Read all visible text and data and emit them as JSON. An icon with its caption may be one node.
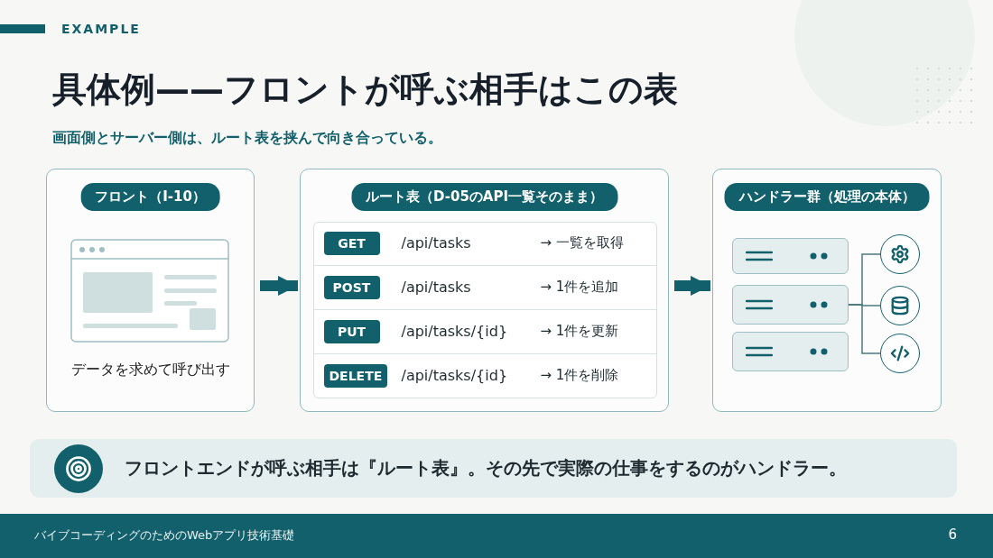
{
  "diagram": {
    "title": "具体例——フロントが呼ぶ相手はこの表",
    "nodes": [
      {
        "text": [
          "フロント（I-10）",
          "データを求めて呼び出す"
        ]
      },
      {
        "text": [
          "ルート表（D-05のAPI一覧そのまま）"
        ]
      },
      {
        "text": [
          "GET",
          "/api/tasks",
          "→ 一覧を取得"
        ],
        "in": 1
      },
      {
        "text": [
          "POST",
          "/api/tasks",
          "→ 1件を追加"
        ],
        "in": 1
      },
      {
        "text": [
          "PUT",
          "/api/tasks/{id}",
          "→ 1件を更新"
        ],
        "in": 1
      },
      {
        "text": [
          "DELETE",
          "/api/tasks/{id}",
          "→ 1件を削除"
        ],
        "in": 1
      },
      {
        "text": [
          "ハンドラー群（処理の本体）"
        ]
      },
      {
        "text": [],
        "shape": "box",
        "in": 6
      },
      {
        "text": [],
        "shape": "box",
        "in": 6
      },
      {
        "text": [],
        "shape": "box",
        "in": 6
      },
      {
        "text": [],
        "shape": "circle",
        "in": 6
      },
      {
        "text": [],
        "shape": "circle",
        "in": 6
      },
      {
        "text": [],
        "shape": "circle",
        "in": 6
      },
      {
        "text": [
          "フロントエンドが呼ぶ相手は『ルート表』。その先で実際の仕事をするのがハンドラー。"
        ]
      }
    ],
    "edges": [
      {
        "from": 0,
        "to": 1,
        "arrow": "to",
        "style": "thick",
        "color": "#12606b"
      },
      {
        "from": 1,
        "to": 6,
        "arrow": "to",
        "style": "thick",
        "color": "#12606b"
      },
      {
        "from": 8,
        "to": 10,
        "arrow": "none"
      },
      {
        "from": 8,
        "to": 11,
        "arrow": "none"
      },
      {
        "from": 8,
        "to": 12,
        "arrow": "none"
      }
    ],
    "labels": [
      "EXAMPLE",
      "画面側とサーバー側は、ルート表を挟んで向き合っている。",
      "バイブコーディングのためのWebアプリ技術基礎",
      "6"
    ]
  }
}
